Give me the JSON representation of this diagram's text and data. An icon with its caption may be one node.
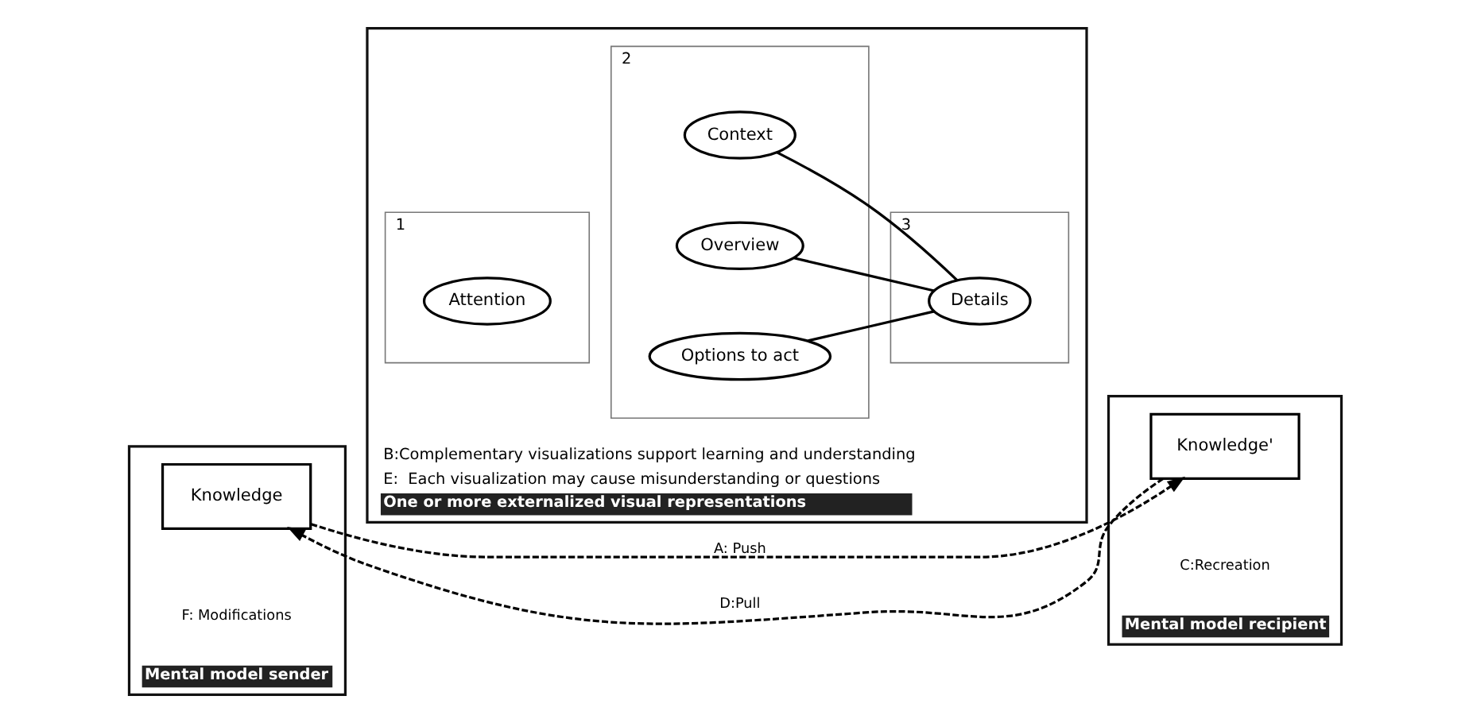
{
  "diagram": {
    "nodes": [
      {
        "text": [
          "Mental model sender"
        ]
      },
      {
        "text": [
          "Knowledge"
        ],
        "in": 0
      },
      {
        "text": [
          "B:Complementary visualizations support learning and understanding",
          "E:  Each visualization may cause misunderstanding or questions",
          "One or more externalized visual representations"
        ]
      },
      {
        "text": [
          "1"
        ],
        "in": 2
      },
      {
        "text": [
          "Attention"
        ],
        "in": 3
      },
      {
        "text": [
          "2"
        ],
        "in": 2
      },
      {
        "text": [
          "Context"
        ],
        "in": 5
      },
      {
        "text": [
          "Overview"
        ],
        "in": 5
      },
      {
        "text": [
          "Options to act"
        ],
        "in": 5
      },
      {
        "text": [
          "3"
        ],
        "in": 2
      },
      {
        "text": [
          "Details"
        ],
        "in": 9
      },
      {
        "text": [
          "Mental model recipient"
        ]
      },
      {
        "text": [
          "Knowledge'"
        ],
        "in": 11
      }
    ],
    "edges": [
      {
        "from": 1,
        "to": 12,
        "arrow": "to",
        "style": "dashed",
        "label": "A: Push"
      },
      {
        "from": 12,
        "to": 1,
        "arrow": "to",
        "style": "dashed",
        "label": "D:Pull"
      },
      {
        "from": 6,
        "to": 10,
        "arrow": "none"
      },
      {
        "from": 7,
        "to": 10,
        "arrow": "none"
      },
      {
        "from": 8,
        "to": 10,
        "arrow": "none"
      }
    ],
    "labels": [
      "C:Recreation",
      "F: Modifications"
    ]
  }
}
